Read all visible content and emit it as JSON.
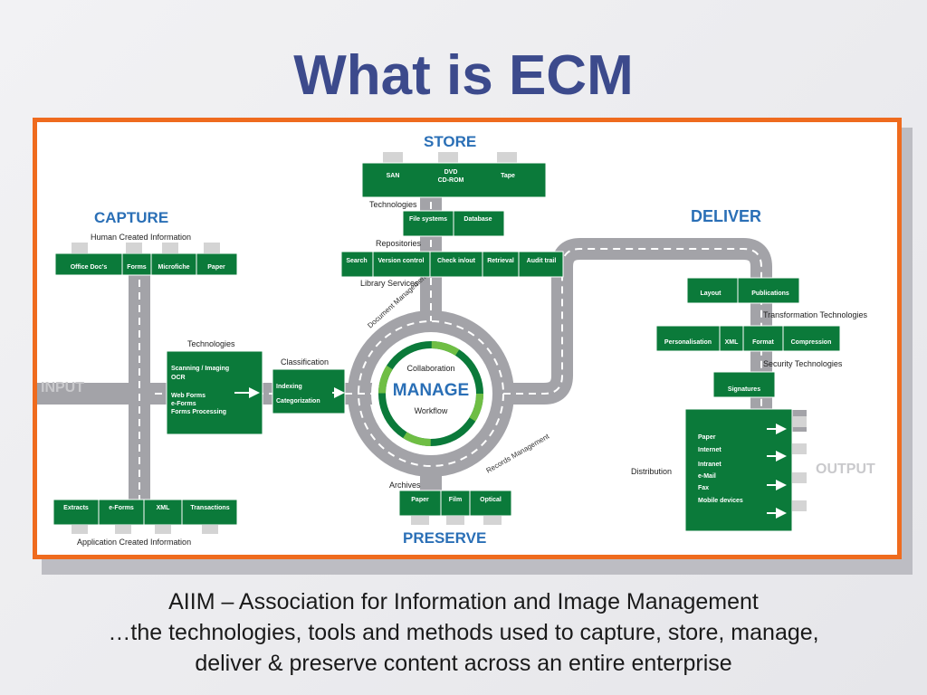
{
  "title": "What is ECM",
  "diagram": {
    "sections": {
      "capture": "CAPTURE",
      "store": "STORE",
      "deliver": "DELIVER",
      "preserve": "PRESERVE",
      "manage": "MANAGE",
      "input": "INPUT",
      "output": "OUTPUT"
    },
    "labels": {
      "human_created": "Human Created Information",
      "app_created": "Application Created Information",
      "capture_technologies": "Technologies",
      "classification": "Classification",
      "store_technologies": "Technologies",
      "repositories": "Repositories",
      "library_services": "Library Services",
      "transformation": "Transformation Technologies",
      "security": "Security Technologies",
      "distribution": "Distribution",
      "archives": "Archives",
      "document_management": "Document Management",
      "records_management": "Records Management",
      "collaboration": "Collaboration",
      "workflow": "Workflow"
    },
    "capture_top": [
      "Office Doc's",
      "Forms",
      "Microfiche",
      "Paper"
    ],
    "capture_bottom": [
      "Extracts",
      "e-Forms",
      "XML",
      "Transactions"
    ],
    "capture_box": [
      "Scanning / Imaging",
      "OCR",
      "",
      "Web Forms",
      "e-Forms",
      "Forms Processing"
    ],
    "classification_box": [
      "Indexing",
      "",
      "Categorization"
    ],
    "store_media": [
      "SAN",
      "DVD",
      "CD-ROM",
      "Tape"
    ],
    "store_repos": [
      "File systems",
      "Database"
    ],
    "library_services": [
      "Search",
      "Version control",
      "Check in/out",
      "Retrieval",
      "Audit trail"
    ],
    "deliver_top": [
      "Layout",
      "Publications"
    ],
    "deliver_transform": [
      "Personalisation",
      "XML",
      "Format",
      "Compression"
    ],
    "deliver_security": "Signatures",
    "deliver_distribution": [
      "Paper",
      "Internet",
      "Intranet",
      "e-Mail",
      "Fax",
      "Mobile devices"
    ],
    "preserve_items": [
      "Paper",
      "Film",
      "Optical"
    ],
    "colors": {
      "green": "#0b7a3a",
      "road": "#a3a3a8",
      "blue": "#2a6fb6",
      "orange": "#ef6b1e"
    }
  },
  "caption": {
    "line1": "AIIM – Association for Information and Image Management",
    "line2": "…the technologies, tools and methods used to capture, store, manage,",
    "line3": "deliver & preserve content across an entire enterprise"
  }
}
